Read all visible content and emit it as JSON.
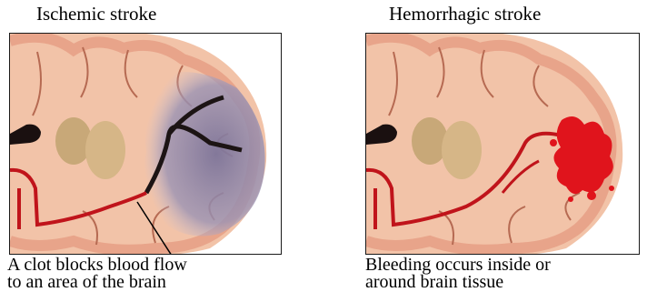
{
  "left_panel": {
    "title": "Ischemic stroke",
    "caption_line1": "A clot blocks blood flow",
    "caption_line2": "to an area of the brain"
  },
  "right_panel": {
    "title": "Hemorrhagic stroke",
    "caption_line1": "Bleeding occurs inside or",
    "caption_line2": "around brain tissue"
  },
  "colors": {
    "brain_tissue": "#f2c3a8",
    "gray_matter": "#e8a48a",
    "sulcus_line": "#b66a52",
    "ventricle": "#c8a878",
    "artery": "#c0141b",
    "ischemic_area": "#8f87a8",
    "blood": "#e0141c"
  }
}
